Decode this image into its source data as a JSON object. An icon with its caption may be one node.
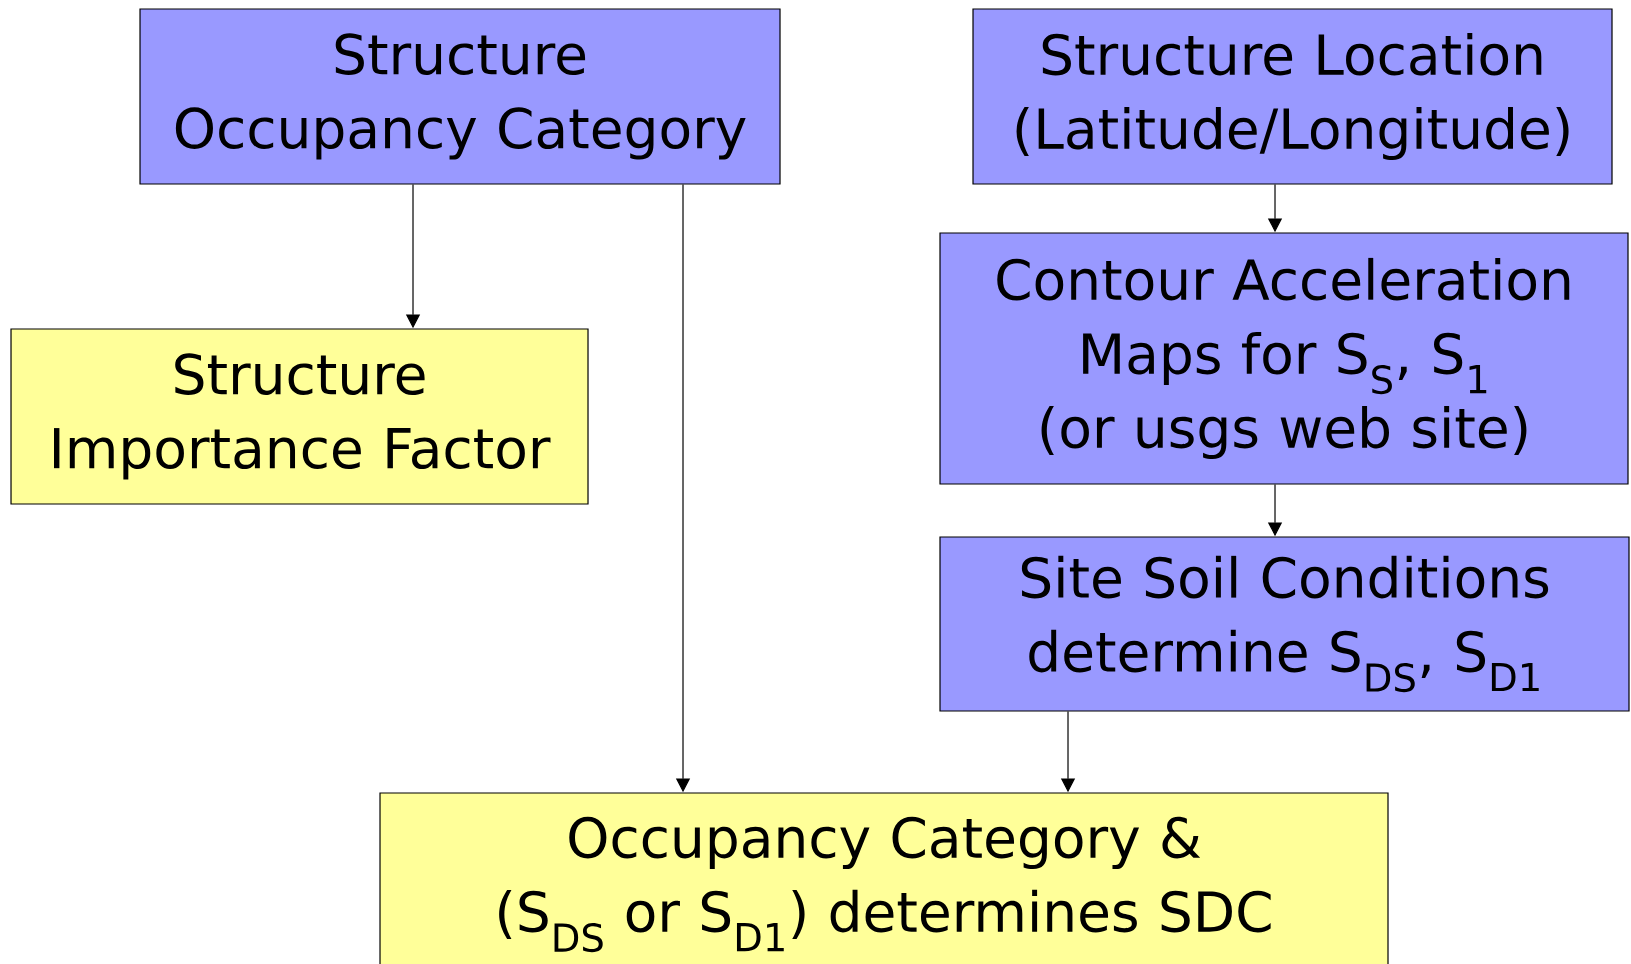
{
  "diagram": {
    "nodes": [
      {
        "text": [
          "Structure Occupancy Category"
        ]
      },
      {
        "text": [
          "Structure Importance Factor"
        ]
      },
      {
        "text": [
          "Structure Location (Latitude/Longitude)"
        ]
      },
      {
        "text": [
          "Contour Acceleration Maps for S$_{S}$, S$_{1}$",
          "(or usgs web site)"
        ]
      },
      {
        "text": [
          "Site Soil Conditions determine S$_{DS}$, S$_{D1}$"
        ]
      },
      {
        "text": [
          "Occupancy Category &",
          "(S$_{DS}$ or S$_{D1}$) determines SDC"
        ]
      }
    ],
    "edges": [
      {
        "from": 0,
        "to": 1,
        "arrow": "to"
      },
      {
        "from": 0,
        "to": 5,
        "arrow": "to"
      },
      {
        "from": 2,
        "to": 3,
        "arrow": "to"
      },
      {
        "from": 3,
        "to": 4,
        "arrow": "to"
      },
      {
        "from": 4,
        "to": 5,
        "arrow": "to"
      }
    ]
  }
}
